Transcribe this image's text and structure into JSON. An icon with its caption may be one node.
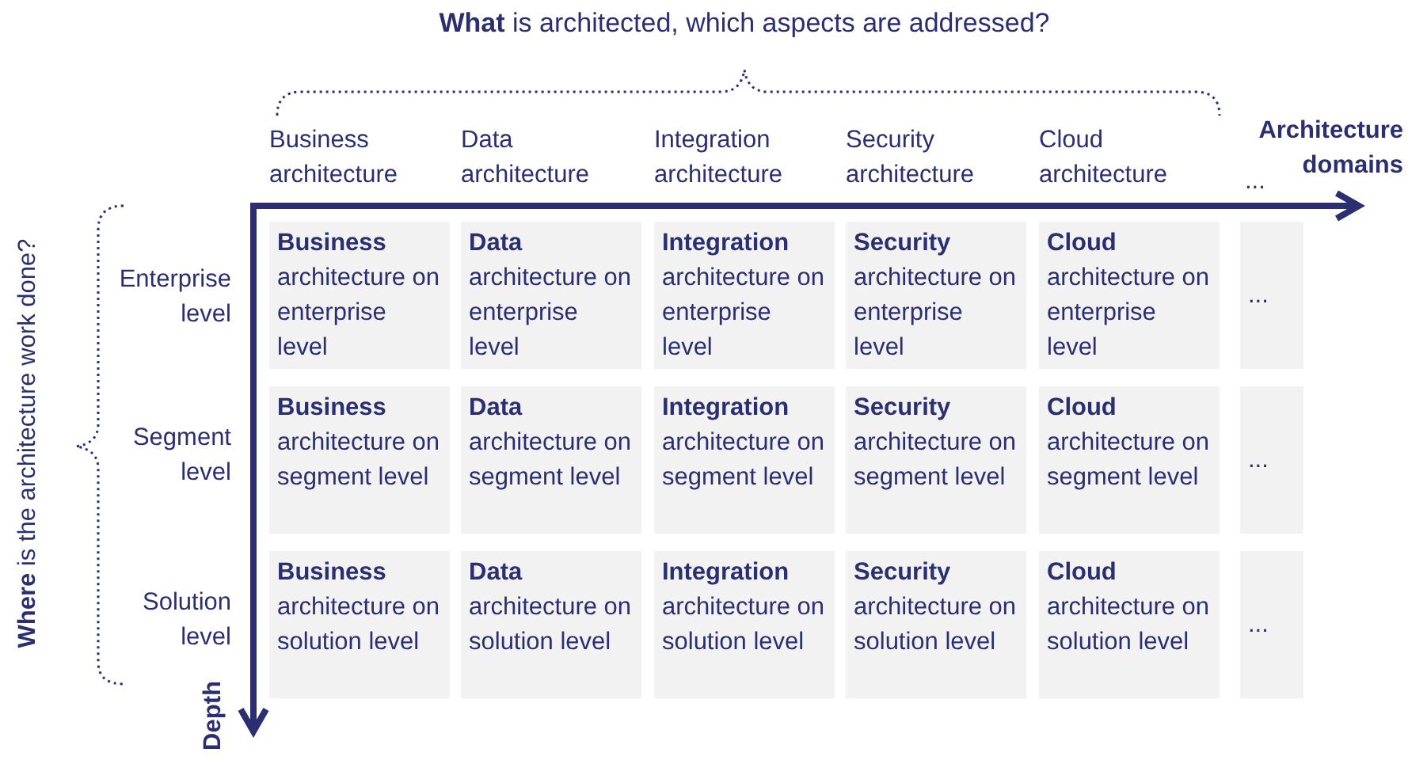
{
  "diagram": {
    "title": "**What** is architected, which aspects are addressed?",
    "nodes": [
      {
        "text": [
          "**Business** architecture on enterprise level"
        ]
      },
      {
        "text": [
          "**Data** architecture on enterprise level"
        ]
      },
      {
        "text": [
          "**Integration** architecture on enterprise level"
        ]
      },
      {
        "text": [
          "**Security** architecture on enterprise level"
        ]
      },
      {
        "text": [
          "**Cloud** architecture on enterprise level"
        ]
      },
      {
        "text": [
          "..."
        ]
      },
      {
        "text": [
          "**Business** architecture on segment level"
        ]
      },
      {
        "text": [
          "**Data** architecture on segment level"
        ]
      },
      {
        "text": [
          "**Integration** architecture on segment level"
        ]
      },
      {
        "text": [
          "**Security** architecture on segment level"
        ]
      },
      {
        "text": [
          "**Cloud** architecture on segment level"
        ]
      },
      {
        "text": [
          "..."
        ]
      },
      {
        "text": [
          "**Business** architecture on solution level"
        ]
      },
      {
        "text": [
          "**Data** architecture on solution level"
        ]
      },
      {
        "text": [
          "**Integration** architecture on solution level"
        ]
      },
      {
        "text": [
          "**Security** architecture on solution level"
        ]
      },
      {
        "text": [
          "**Cloud** architecture on solution level"
        ]
      },
      {
        "text": [
          "..."
        ]
      }
    ],
    "edges": [],
    "labels": [
      "Business architecture",
      "Data architecture",
      "Integration architecture",
      "Security architecture",
      "Cloud architecture",
      "...",
      "Architecture domains",
      "Enterprise level",
      "Segment level",
      "Solution level",
      "**Where** is the architecture work done?",
      "Depth"
    ]
  }
}
